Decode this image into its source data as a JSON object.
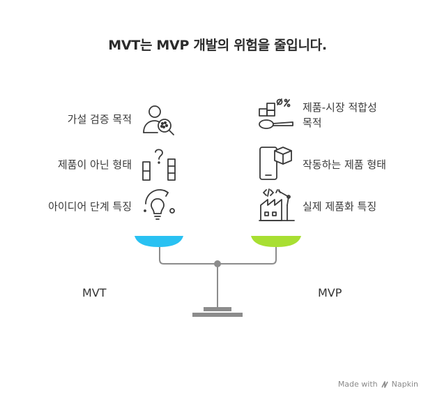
{
  "title": "MVT는 MVP 개발의 위험을 줄입니다.",
  "left": {
    "label": "MVT",
    "color": "#29C1F2",
    "items": [
      {
        "label": "가설 검증 목적",
        "icon": "person-magnifier-icon"
      },
      {
        "label": "제품이 아닌 형태",
        "icon": "question-blocks-icon"
      },
      {
        "label": "아이디어 단계 특징",
        "icon": "lightbulb-idea-icon"
      }
    ]
  },
  "right": {
    "label": "MVP",
    "color": "#A8DF32",
    "items": [
      {
        "label_lines": [
          "제품-시장 적합성",
          "목적"
        ],
        "icon": "blocks-spoon-icon"
      },
      {
        "label": "작동하는 제품 형태",
        "icon": "phone-cube-icon"
      },
      {
        "label": "실제 제품화 특징",
        "icon": "factory-robot-arm-icon"
      }
    ]
  },
  "footer": {
    "made_with": "Made with",
    "brand": "Napkin"
  },
  "colors": {
    "scale": "#8c8c8c",
    "text": "#333333"
  }
}
